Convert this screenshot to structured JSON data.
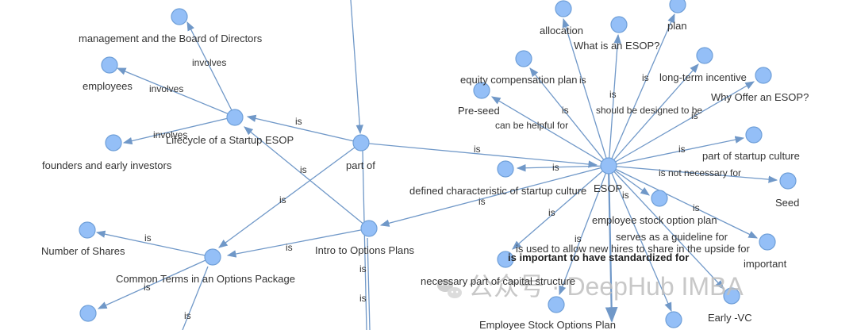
{
  "nodes": {
    "mgmt_board": "management and the Board of Directors",
    "employees": "employees",
    "founders": "founders and early investors",
    "lifecycle": "Lifecycle of a Startup ESOP",
    "part_of": "part of",
    "intro_options": "Intro to Options Plans",
    "number_shares": "Number of Shares",
    "common_terms": "Common Terms in an Options Package",
    "esop": "ESOP",
    "allocation": "allocation",
    "what_is_esop": "What is an ESOP?",
    "plan": "plan",
    "equity_comp": "equity compensation plan",
    "long_term": "long-term incentive",
    "why_offer": "Why Offer an ESOP?",
    "pre_seed": "Pre-seed",
    "part_culture": "part of startup culture",
    "seed": "Seed",
    "defined_char": "defined characteristic of startup culture",
    "employee_stock": "employee stock option plan",
    "serves_guideline": "serves as a guideline for",
    "important": "important",
    "used_allow": "is used to allow new hires to share in the upside for",
    "important_std": "is important to have standardized for",
    "necessary_part": "necessary part of capital structure",
    "early_vc": "Early -VC",
    "esop_plan": "Employee Stock Options Plan"
  },
  "edge_labels": {
    "involves": "involves",
    "is": "is",
    "can_help": "can be helpful for",
    "should_designed": "should be designed to be",
    "not_necessary": "is not necessary for"
  },
  "watermark": {
    "brand": "公众号 · DeepHub IMBA",
    "icon": "wechat-icon"
  },
  "colors": {
    "node_fill": "#94bff7",
    "node_stroke": "#6f9fd8",
    "edge": "#7098c8"
  }
}
